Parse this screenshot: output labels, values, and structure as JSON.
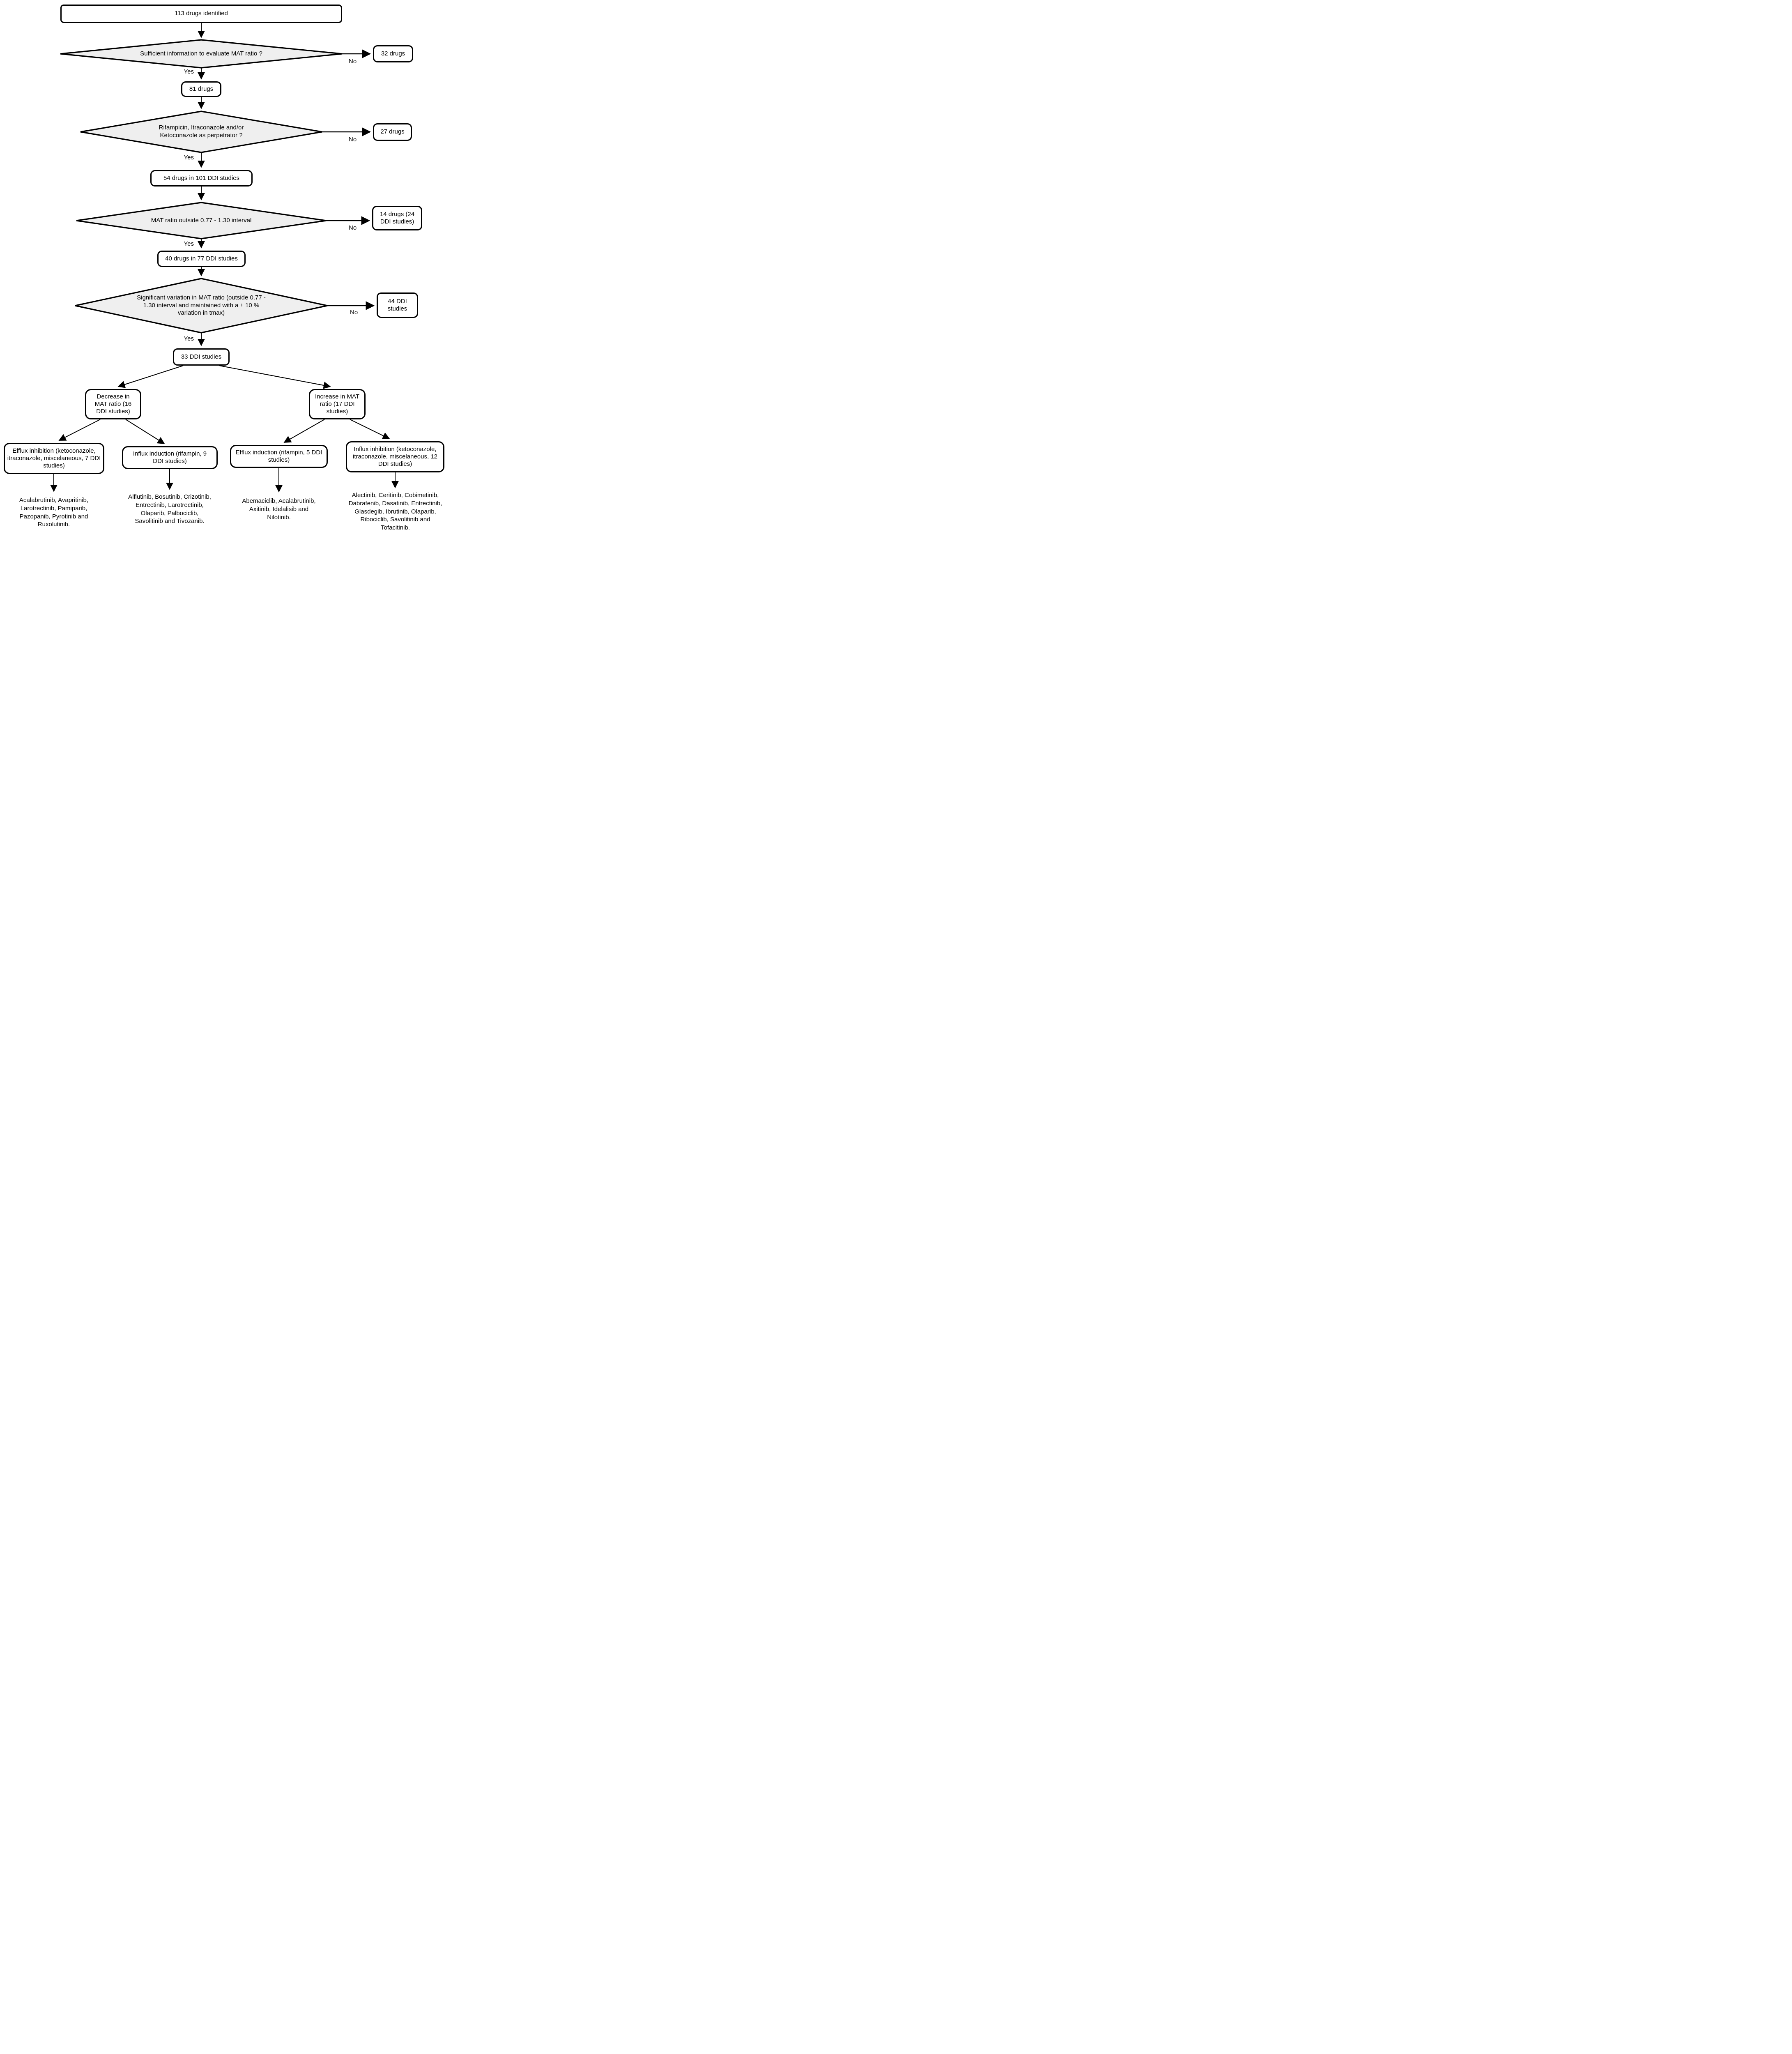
{
  "styles": {
    "diamond_fill": "#efefef",
    "stroke": "#000000",
    "box_fill": "#ffffff"
  },
  "edge_labels": {
    "yes": "Yes",
    "no": "No"
  },
  "flow": {
    "start": "113 drugs identified",
    "decision1": "Sufficient information to evaluate MAT ratio ?",
    "decision1_no": "32 drugs",
    "after1": "81 drugs",
    "decision2": "Rifampicin, Itraconazole and/or Ketoconazole as perpetrator ?",
    "decision2_no": "27 drugs",
    "after2": "54 drugs in 101 DDI studies",
    "decision3": "MAT ratio outside 0.77 - 1.30 interval",
    "decision3_no": "14 drugs (24 DDI studies)",
    "after3": "40 drugs in 77 DDI studies",
    "decision4": "Significant variation in MAT ratio (outside 0.77 - 1.30 interval and maintained with a ± 10 % variation in tmax)",
    "decision4_no": "44 DDI studies",
    "after4": "33 DDI studies",
    "branch_decrease": "Decrease in MAT ratio (16 DDI studies)",
    "branch_increase": "Increase in MAT ratio (17 DDI studies)",
    "leaf_efflux_inhibition": "Efflux inhibition (ketoconazole, itraconazole, miscelaneous, 7 DDI studies)",
    "leaf_influx_induction": "Influx induction (rifampin, 9 DDI studies)",
    "leaf_efflux_induction": "Efflux induction (rifampin, 5 DDI studies)",
    "leaf_influx_inhibition": "Influx inhibition (ketoconazole, itraconazole, miscelaneous, 12 DDI studies)",
    "list_efflux_inhibition": "Acalabrutinib, Avapritinib, Larotrectinib, Pamiparib, Pazopanib, Pyrotinib and Ruxolutinib.",
    "list_influx_induction": "Alflutinib, Bosutinib, Crizotinib, Entrectinib, Larotrectinib, Olaparib, Palbociclib, Savolitinib and Tivozanib.",
    "list_efflux_induction": "Abemaciclib, Acalabrutinib, Axitinib, Idelalisib and Nilotinib.",
    "list_influx_inhibition": "Alectinib, Ceritinib, Cobimetinib, Dabrafenib, Dasatinib, Entrectinib, Glasdegib, Ibrutinib, Olaparib, Ribociclib, Savolitinib and Tofacitinib."
  }
}
